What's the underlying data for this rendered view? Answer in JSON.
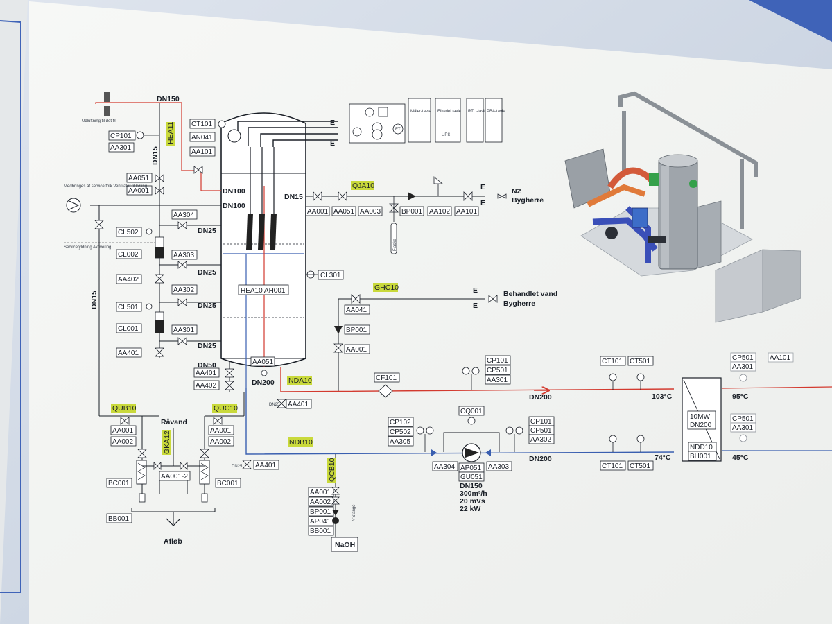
{
  "colors": {
    "supply_line": "#d33a2f",
    "return_line": "#3a5fb0",
    "highlight": "#c9d93b",
    "ink": "#1a1f27",
    "board": "#f4f5f3",
    "wall_blue": "#3f63b8"
  },
  "vent": {
    "line_label": "DN150",
    "small_text": "Udluftning til det fri",
    "tag": "HEA11"
  },
  "upper_left": {
    "instr": [
      "CP101",
      "AA301",
      "CT101",
      "AN041",
      "AA101",
      "AA051",
      "AA001"
    ],
    "service_note": "Medbringes af service folk Ventilator til køling",
    "dn100_a": "DN100",
    "dn100_b": "DN100",
    "dn15_a": "DN15",
    "dn15_b": "DN15",
    "service_note2": "Servicefyldning Aktivering"
  },
  "level_gauges": {
    "tags": [
      "AA304",
      "CL502",
      "CL002",
      "AA303",
      "AA402",
      "AA302",
      "CL501",
      "CL001",
      "AA301",
      "AA401"
    ],
    "dn25": [
      "DN25",
      "DN25",
      "DN25",
      "DN25"
    ]
  },
  "vessel": {
    "tag": "HEA10 AH001",
    "level_tag": "CL301",
    "bottom_tag": "AA051",
    "dn200": "DN200",
    "dn50": "DN50",
    "drain_tags": [
      "AA401",
      "AA402"
    ]
  },
  "electrical": {
    "e_labels": [
      "E",
      "E"
    ],
    "panels": [
      "Måler-tavle",
      "Elkedel tavle",
      "UPS",
      "RTU-tavle",
      "PBA-tavle"
    ],
    "et": "ET"
  },
  "n2_line": {
    "dn15": "DN15",
    "tag": "QJA10",
    "instr": [
      "AA001",
      "AA051",
      "AA003",
      "BP001",
      "AA102",
      "AA101"
    ],
    "flaske": "Flaske",
    "e_labels": [
      "E",
      "E"
    ],
    "end_label": "N2 Bygherre"
  },
  "treated_water": {
    "tag": "GHC10",
    "instr": [
      "AA041",
      "BP001",
      "AA001"
    ],
    "e_labels": [
      "E",
      "E"
    ],
    "end_label": "Behandlet vand Bygherre"
  },
  "supply": {
    "tag": "NDA10",
    "valve_dn": "DN25",
    "valve_tag": "AA401",
    "filter": "CF101",
    "instr": [
      "CP101",
      "CP501",
      "AA301"
    ],
    "dn200": "DN200",
    "ct": [
      "CT101",
      "CT501"
    ],
    "temp_in": "103°C",
    "temp_out": "95°C",
    "right_cp": "CP501",
    "right_aa": "AA301",
    "right_aa101": "AA101"
  },
  "return": {
    "tag": "NDB10",
    "valve_dn": "DN25",
    "valve_tag": "AA401",
    "dn200": "DN200",
    "ct": [
      "CT101",
      "CT501"
    ],
    "temp_in": "74°C",
    "temp_out": "45°C",
    "right_cp": "CP501",
    "right_aa": "AA301"
  },
  "pump": {
    "cq": "CQ001",
    "left_instr": [
      "CP102",
      "CP502",
      "AA305"
    ],
    "right_instr": [
      "CP101",
      "CP501",
      "AA302"
    ],
    "valves": [
      "AA304",
      "AA303"
    ],
    "tags": [
      "AP051",
      "GU051"
    ],
    "spec": [
      "DN150",
      "300m³/h",
      "20 mVs",
      "22 kW"
    ]
  },
  "exchanger": {
    "rating": [
      "10MW",
      "DN200"
    ],
    "tags": [
      "NDD10",
      "BH001"
    ]
  },
  "softeners": {
    "tag_left": "QUB10",
    "tag_right": "QUC10",
    "left_instr": [
      "AA001",
      "AA002",
      "BC001"
    ],
    "right_instr": [
      "AA001",
      "AA002",
      "BC001"
    ],
    "raavand": "Råvand",
    "feed_tag": "GKA12",
    "center": "AA001-2",
    "bb": "BB001",
    "drain": "Afløb"
  },
  "dosing": {
    "tag": "QCB10",
    "instr": [
      "AA001",
      "AA002",
      "BP001",
      "AP041",
      "BB001"
    ],
    "lance": "N'Stange",
    "tank": "NaOH"
  }
}
